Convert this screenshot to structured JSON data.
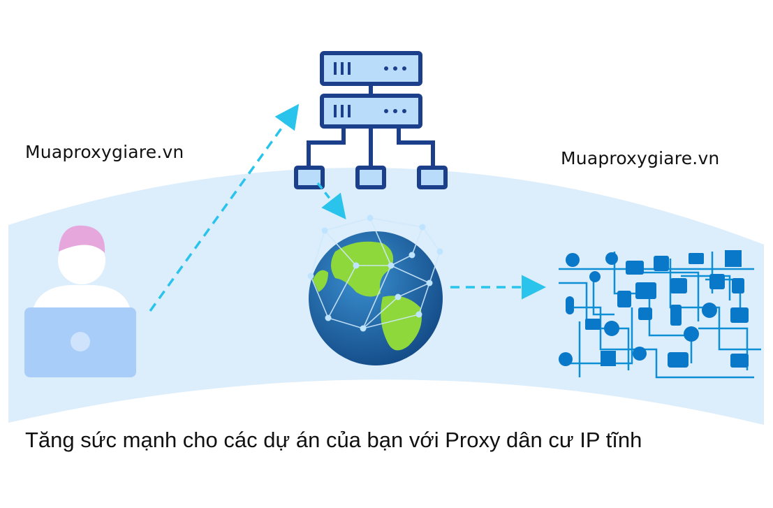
{
  "labels": {
    "brand_left": "Muaproxygiare.vn",
    "brand_right": "Muaproxygiare.vn",
    "caption": "Tăng sức mạnh cho các dự án của bạn với Proxy dân cư IP tĩnh"
  },
  "nodes": {
    "user": "user-laptop-icon",
    "server": "server-network-icon",
    "globe": "globe-network-icon",
    "apps": "apps-network-icon"
  },
  "colors": {
    "band": "#dcedfb",
    "arrow": "#29c3ec",
    "server_outline": "#1b3f8a",
    "server_fill": "#b9dcfb",
    "laptop": "#a8cdf9",
    "ocean": "#2066a8",
    "land": "#8fd83c",
    "network_lines": "#0d8fd6",
    "app_icons": "#0a78c8"
  }
}
